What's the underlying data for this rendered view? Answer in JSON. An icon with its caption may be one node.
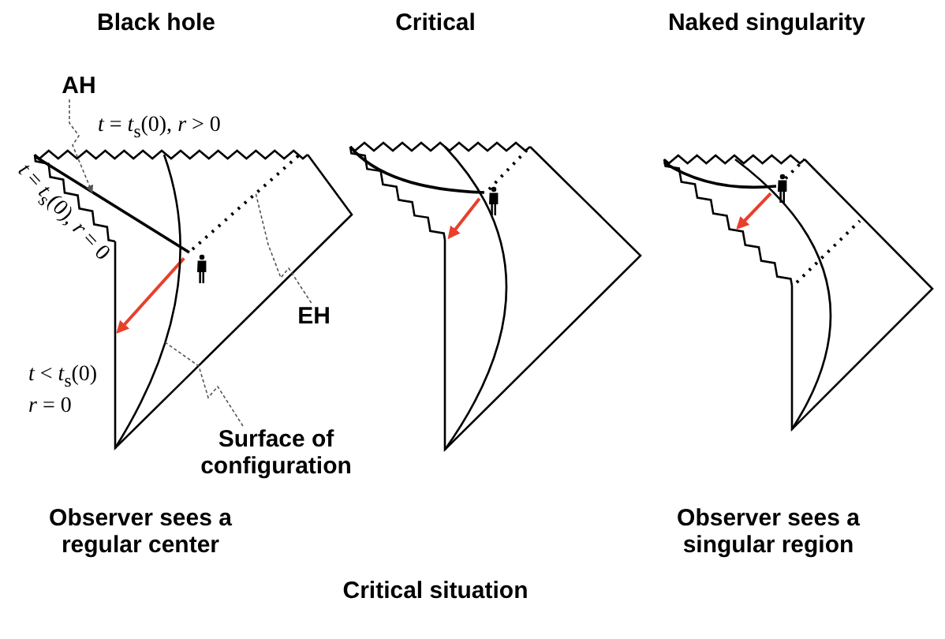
{
  "diagram": {
    "nodes": [
      {
        "text": [
          "AH"
        ]
      },
      {
        "text": [
          "EH"
        ]
      },
      {
        "text": [
          "Surface of configuration"
        ]
      },
      {
        "text": [],
        "shape": "line"
      },
      {
        "text": [],
        "shape": "dotted-line"
      },
      {
        "text": [],
        "shape": "curve"
      }
    ],
    "edges": [
      {
        "from": 0,
        "to": 3,
        "arrow": "to",
        "style": "dashed"
      },
      {
        "from": 1,
        "to": 4,
        "arrow": "none",
        "style": "dashed"
      },
      {
        "from": 2,
        "to": 5,
        "arrow": "none",
        "style": "dashed"
      }
    ],
    "labels": [
      "Black hole",
      "Critical",
      "Naked singularity",
      "*t* = *t*$_{s}$(0),  *r* > 0",
      "*t* = *t*$_{s}$(0),  *r* = 0",
      "*t* < *t*$_{s}$(0)",
      "*r* = 0",
      "Observer sees a regular center",
      "Critical situation",
      "Observer sees a singular region"
    ]
  }
}
